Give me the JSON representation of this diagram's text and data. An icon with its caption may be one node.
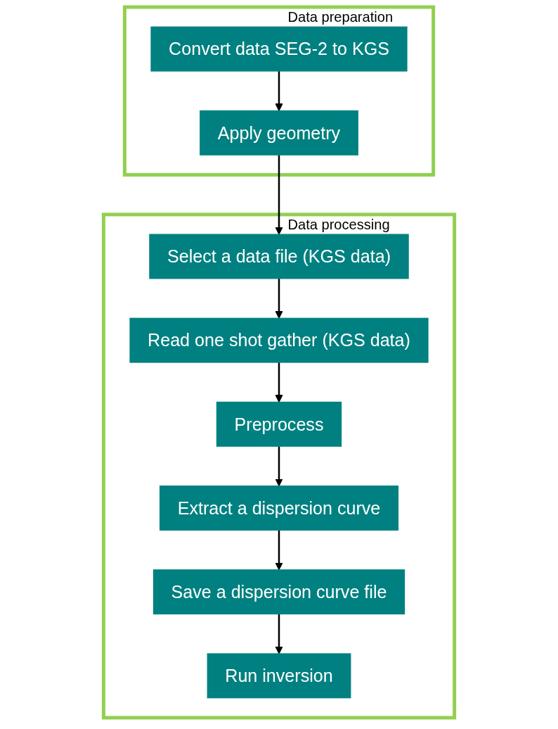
{
  "diagram": {
    "nodes": [
      {
        "text": [
          "Data preparation"
        ]
      },
      {
        "text": [
          "Convert data SEG-2 to KGS"
        ],
        "in": 0
      },
      {
        "text": [
          "Apply geometry"
        ],
        "in": 0
      },
      {
        "text": [
          "Data processing"
        ]
      },
      {
        "text": [
          "Select a data file (KGS data)"
        ],
        "in": 3
      },
      {
        "text": [
          "Read one shot gather (KGS data)"
        ],
        "in": 3
      },
      {
        "text": [
          "Preprocess"
        ],
        "in": 3
      },
      {
        "text": [
          "Extract a dispersion curve"
        ],
        "in": 3
      },
      {
        "text": [
          "Save a dispersion curve file"
        ],
        "in": 3
      },
      {
        "text": [
          "Run inversion"
        ],
        "in": 3
      }
    ],
    "edges": [
      {
        "from": 1,
        "to": 2,
        "arrow": "to"
      },
      {
        "from": 2,
        "to": 4,
        "arrow": "to"
      },
      {
        "from": 4,
        "to": 5,
        "arrow": "to"
      },
      {
        "from": 5,
        "to": 6,
        "arrow": "to"
      },
      {
        "from": 6,
        "to": 7,
        "arrow": "to"
      },
      {
        "from": 7,
        "to": 8,
        "arrow": "to"
      },
      {
        "from": 8,
        "to": 9,
        "arrow": "to"
      }
    ]
  }
}
